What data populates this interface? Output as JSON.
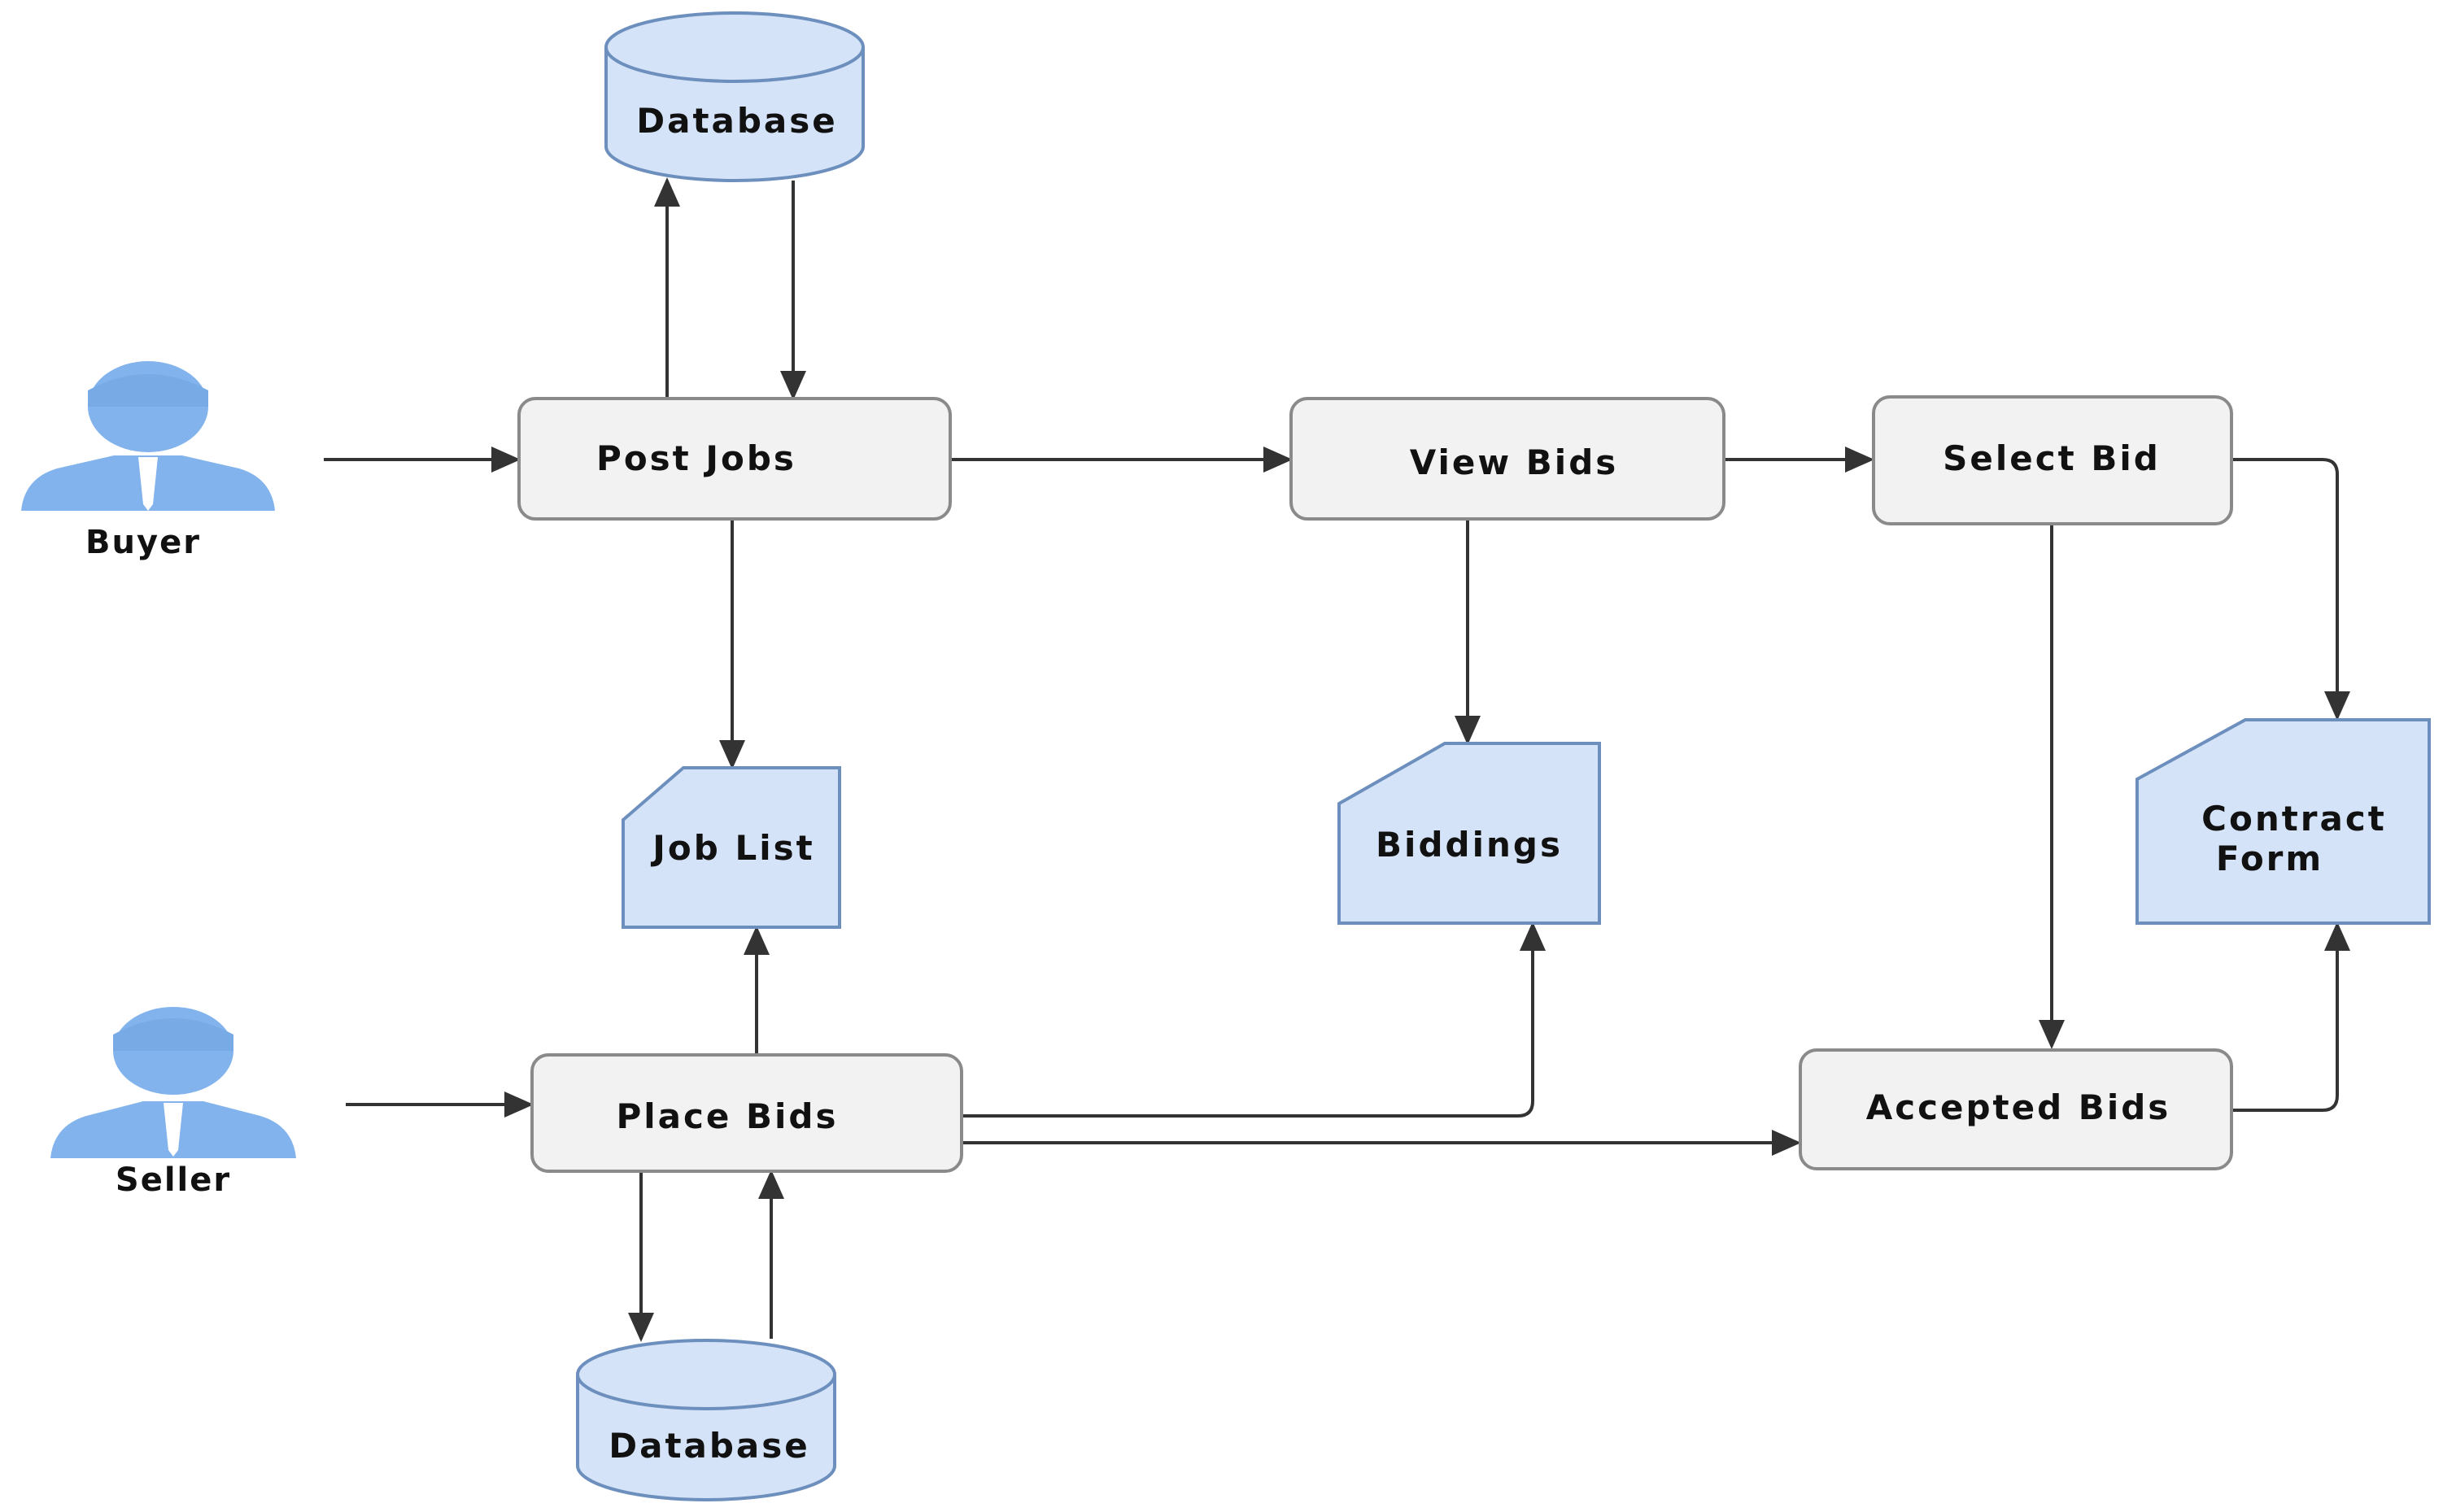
{
  "colors": {
    "process_fill": "#f2f2f2",
    "process_stroke": "#8a8a8a",
    "store_fill": "#d4e3f7",
    "store_stroke": "#6d8fbe",
    "actor_fill": "#82b3ed",
    "edge": "#333333"
  },
  "actors": {
    "buyer": {
      "label": "Buyer",
      "icon": "user-icon"
    },
    "seller": {
      "label": "Seller",
      "icon": "user-icon"
    }
  },
  "processes": {
    "post_jobs": "Post Jobs",
    "view_bids": "View Bids",
    "select_bid": "Select Bid",
    "place_bids": "Place Bids",
    "accepted_bids": "Accepted Bids"
  },
  "databases": {
    "top": "Database",
    "bottom": "Database"
  },
  "documents": {
    "job_list": [
      "Job List"
    ],
    "biddings": [
      "Biddings"
    ],
    "contract_form": [
      "Contract",
      "Form"
    ]
  }
}
